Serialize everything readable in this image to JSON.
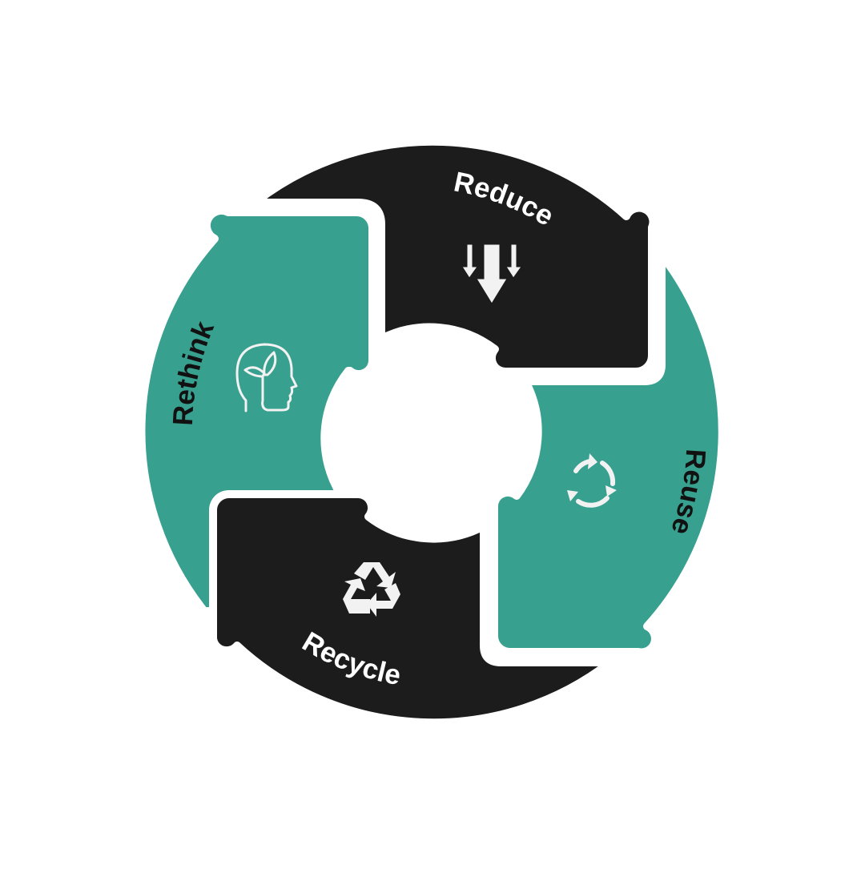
{
  "diagram": {
    "colors": {
      "teal": "#38a08f",
      "dark": "#1c1c1c",
      "white": "#ffffff",
      "icon": "#f2f2f2"
    },
    "segments": [
      {
        "id": "reduce",
        "label": "Reduce",
        "icon": "double-down-arrows-icon",
        "fill": "dark",
        "text_color": "#ffffff"
      },
      {
        "id": "reuse",
        "label": "Reuse",
        "icon": "cycle-arrows-icon",
        "fill": "teal",
        "text_color": "#111111"
      },
      {
        "id": "recycle",
        "label": "Recycle",
        "icon": "recycle-symbol-icon",
        "fill": "dark",
        "text_color": "#ffffff"
      },
      {
        "id": "rethink",
        "label": "Rethink",
        "icon": "head-with-leaf-icon",
        "fill": "teal",
        "text_color": "#111111"
      }
    ]
  }
}
